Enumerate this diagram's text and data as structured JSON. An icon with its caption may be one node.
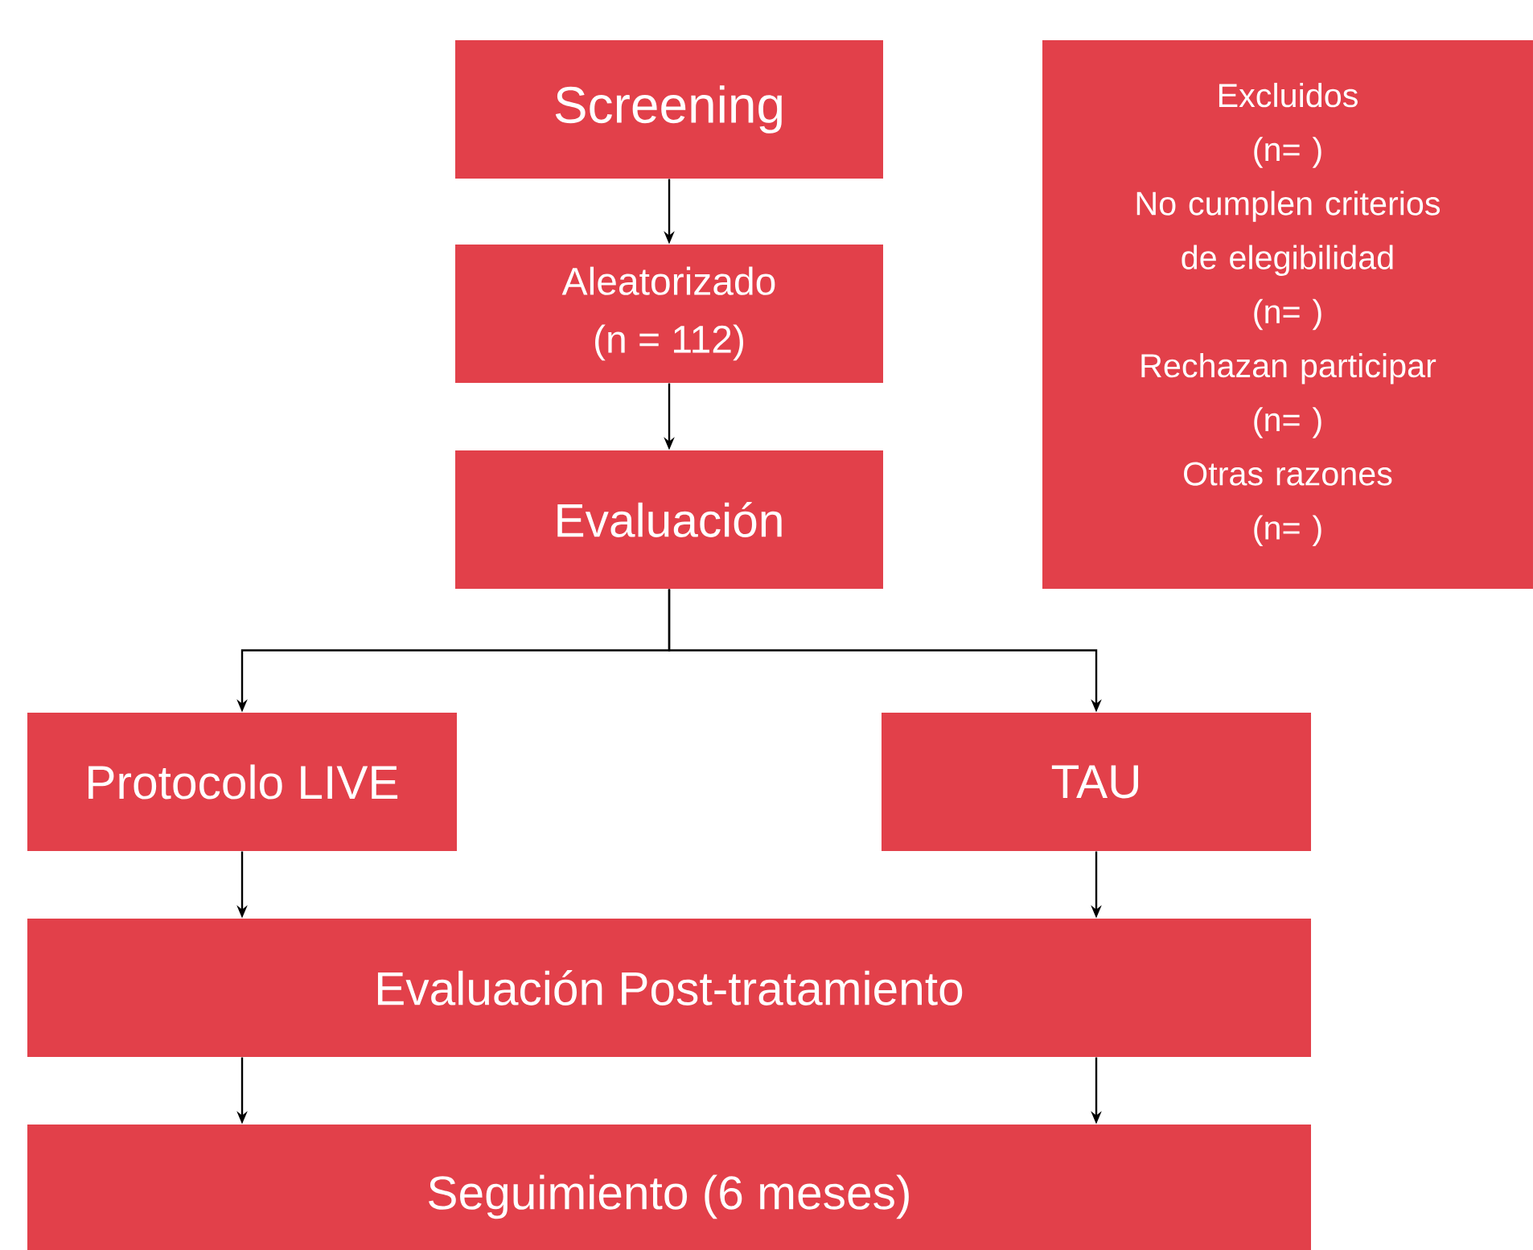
{
  "diagram": {
    "nodes": [
      {
        "text": [
          "Screening"
        ]
      },
      {
        "text": [
          "Aleatorizado",
          "(n = 112)"
        ]
      },
      {
        "text": [
          "Evaluación"
        ]
      },
      {
        "text": [
          "Protocolo LIVE"
        ]
      },
      {
        "text": [
          "TAU"
        ]
      },
      {
        "text": [
          "Evaluación Post-tratamiento"
        ]
      },
      {
        "text": [
          "Seguimiento (6 meses)"
        ]
      },
      {
        "text": [
          "Excluidos",
          "(n= )",
          "No cumplen criterios de elegibilidad",
          "(n= )",
          "Rechazan participar",
          "(n= )",
          "Otras razones",
          "(n= )"
        ]
      }
    ],
    "edges": [
      {
        "from": 0,
        "to": 1,
        "arrow": "to"
      },
      {
        "from": 1,
        "to": 2,
        "arrow": "to"
      },
      {
        "from": 2,
        "to": 3,
        "arrow": "to"
      },
      {
        "from": 2,
        "to": 4,
        "arrow": "to"
      },
      {
        "from": 3,
        "to": 5,
        "arrow": "to"
      },
      {
        "from": 4,
        "to": 5,
        "arrow": "to"
      },
      {
        "from": 5,
        "to": 6,
        "arrow": "to"
      },
      {
        "from": 5,
        "to": 6,
        "arrow": "to"
      }
    ]
  }
}
